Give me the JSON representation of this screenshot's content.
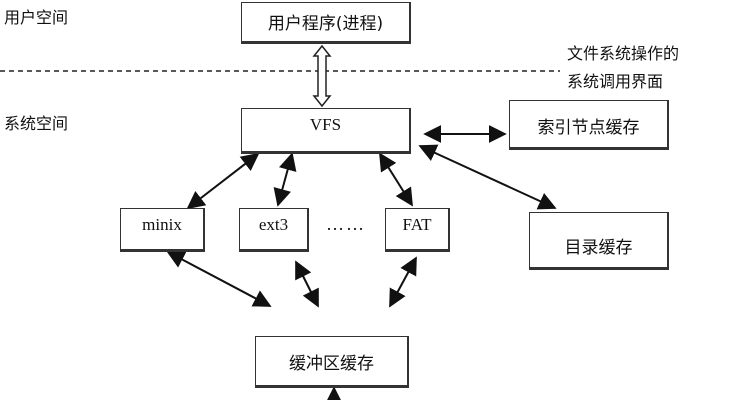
{
  "regions": {
    "user_space": "用户空间",
    "system_space": "系统空间",
    "interface_line1": "文件系统操作的",
    "interface_line2": "系统调用界面"
  },
  "nodes": {
    "user_program": "用户程序(进程)",
    "vfs": "VFS",
    "inode_cache": "索引节点缓存",
    "dir_cache": "目录缓存",
    "minix": "minix",
    "ext3": "ext3",
    "ellipsis": "……",
    "fat": "FAT",
    "buffer_cache": "缓冲区缓存"
  }
}
